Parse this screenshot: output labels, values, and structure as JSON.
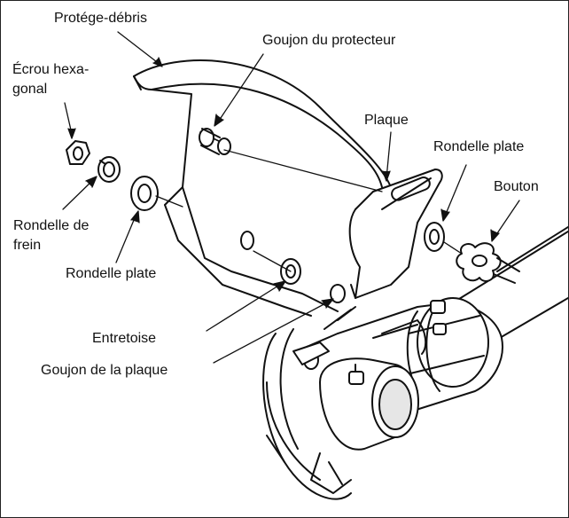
{
  "labels": {
    "debris_guard": "Protége-débris",
    "hex_nut_line1": "Écrou hexa-",
    "hex_nut_line2": "gonal",
    "guard_stud": "Goujon du protecteur",
    "plate": "Plaque",
    "flat_washer_right": "Rondelle plate",
    "knob": "Bouton",
    "lock_washer_line1": "Rondelle de",
    "lock_washer_line2": "frein",
    "flat_washer_left": "Rondelle plate",
    "spacer": "Entretoise",
    "plate_stud": "Goujon de la plaque"
  },
  "colors": {
    "line": "#111111",
    "fill": "#ffffff",
    "shade": "#e6e6e6"
  }
}
